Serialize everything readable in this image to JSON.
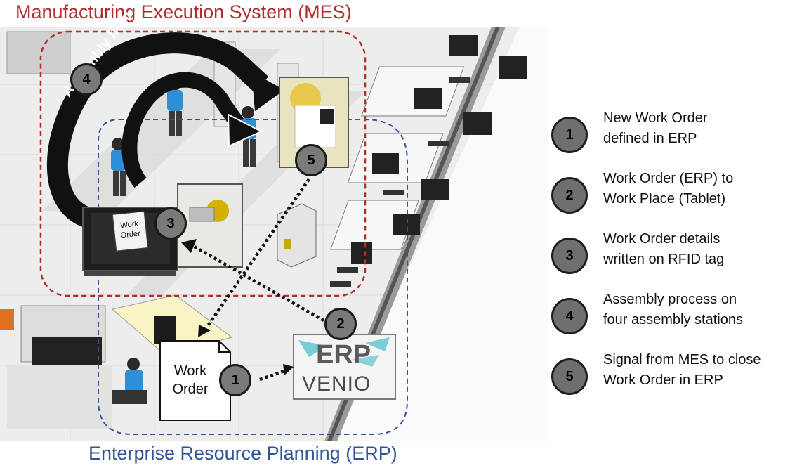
{
  "titles": {
    "mes": "Manufacturing Execution System (MES)",
    "erp": "Enterprise Resource Planning (ERP)"
  },
  "scene": {
    "assembly_flow": "Assembly flow",
    "work_order_doc": [
      "Work",
      "Order"
    ],
    "tablet_card": [
      "Work",
      "Order"
    ],
    "erp_logo_top": "ERP",
    "erp_logo_bottom": "VENIO",
    "badges": [
      "1",
      "2",
      "3",
      "4",
      "5"
    ]
  },
  "legend": [
    {
      "num": "1",
      "line1": "New Work Order",
      "line2": "defined in ERP"
    },
    {
      "num": "2",
      "line1": "Work Order (ERP) to",
      "line2": "Work Place (Tablet)"
    },
    {
      "num": "3",
      "line1": "Work Order details",
      "line2": "written on RFID tag"
    },
    {
      "num": "4",
      "line1": "Assembly process on",
      "line2": "four assembly stations"
    },
    {
      "num": "5",
      "line1": "Signal from MES to close",
      "line2": "Work Order in ERP"
    }
  ],
  "colors": {
    "mes_border": "#b22d2d",
    "erp_border": "#2f5597",
    "badge_fill": "#6f6f6f"
  }
}
